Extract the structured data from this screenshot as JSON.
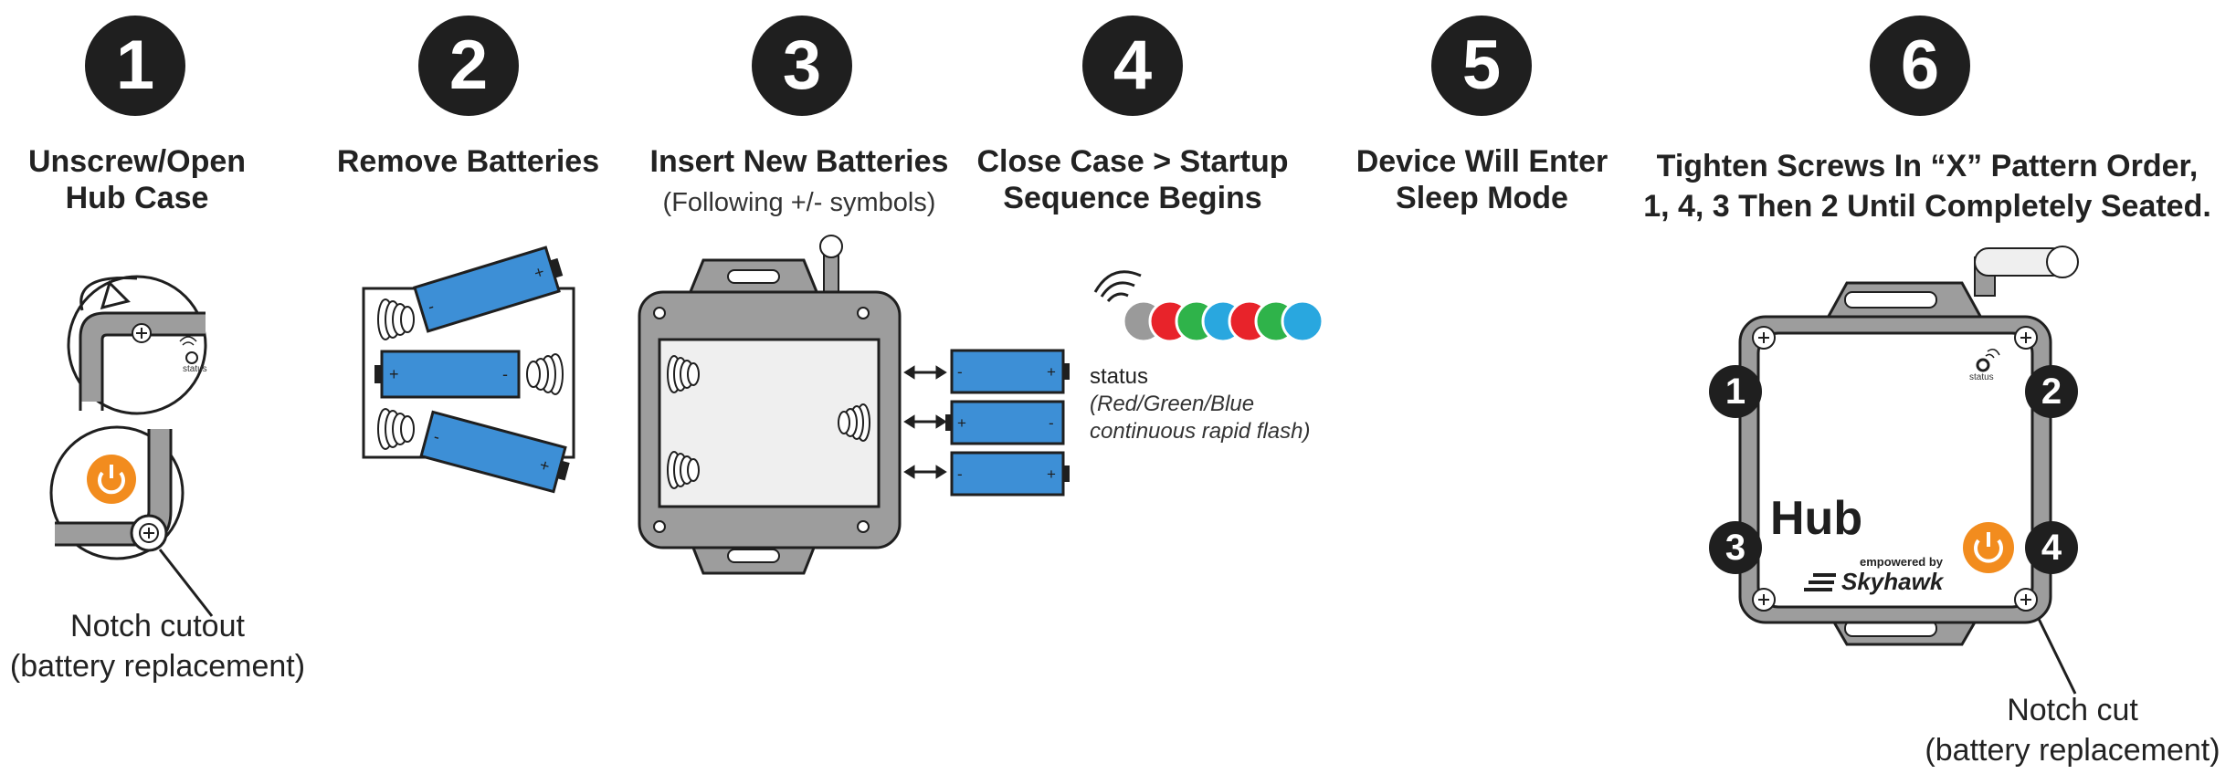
{
  "steps": [
    {
      "number": "1",
      "title_lines": [
        "Unscrew/Open",
        "Hub Case"
      ]
    },
    {
      "number": "2",
      "title_lines": [
        "Remove Batteries"
      ]
    },
    {
      "number": "3",
      "title_lines": [
        "Insert New Batteries"
      ],
      "subtitle": "(Following +/- symbols)"
    },
    {
      "number": "4",
      "title_lines": [
        "Close Case > Startup",
        "Sequence Begins"
      ]
    },
    {
      "number": "5",
      "title_lines": [
        "Device Will Enter",
        "Sleep Mode"
      ]
    },
    {
      "number": "6",
      "title_lines": [
        "Tighten Screws In “X” Pattern Order,",
        "1, 4, 3 Then 2 Until Completely Seated."
      ]
    }
  ],
  "step1": {
    "caption_lines": [
      "Notch cutout",
      "(battery replacement)"
    ],
    "mini_status": "status"
  },
  "step4": {
    "status_label": "status",
    "status_note_lines": [
      "(Red/Green/Blue",
      "continuous rapid flash)"
    ],
    "led_colors": [
      "#9a9a9a",
      "#e8232a",
      "#2fb34a",
      "#29a7df",
      "#e8232a",
      "#2fb34a",
      "#29a7df"
    ]
  },
  "step6": {
    "hub_title": "Hub",
    "empowered": "empowered by",
    "brand": "Skyhawk",
    "mini_status": "status",
    "screw_order": [
      "1",
      "2",
      "3",
      "4"
    ],
    "caption_lines": [
      "Notch cut",
      "(battery replacement)"
    ]
  },
  "colors": {
    "battery": "#3d8fd6",
    "power": "#f28c1e",
    "case": "#9d9d9d",
    "dark": "#1f1f1f"
  }
}
